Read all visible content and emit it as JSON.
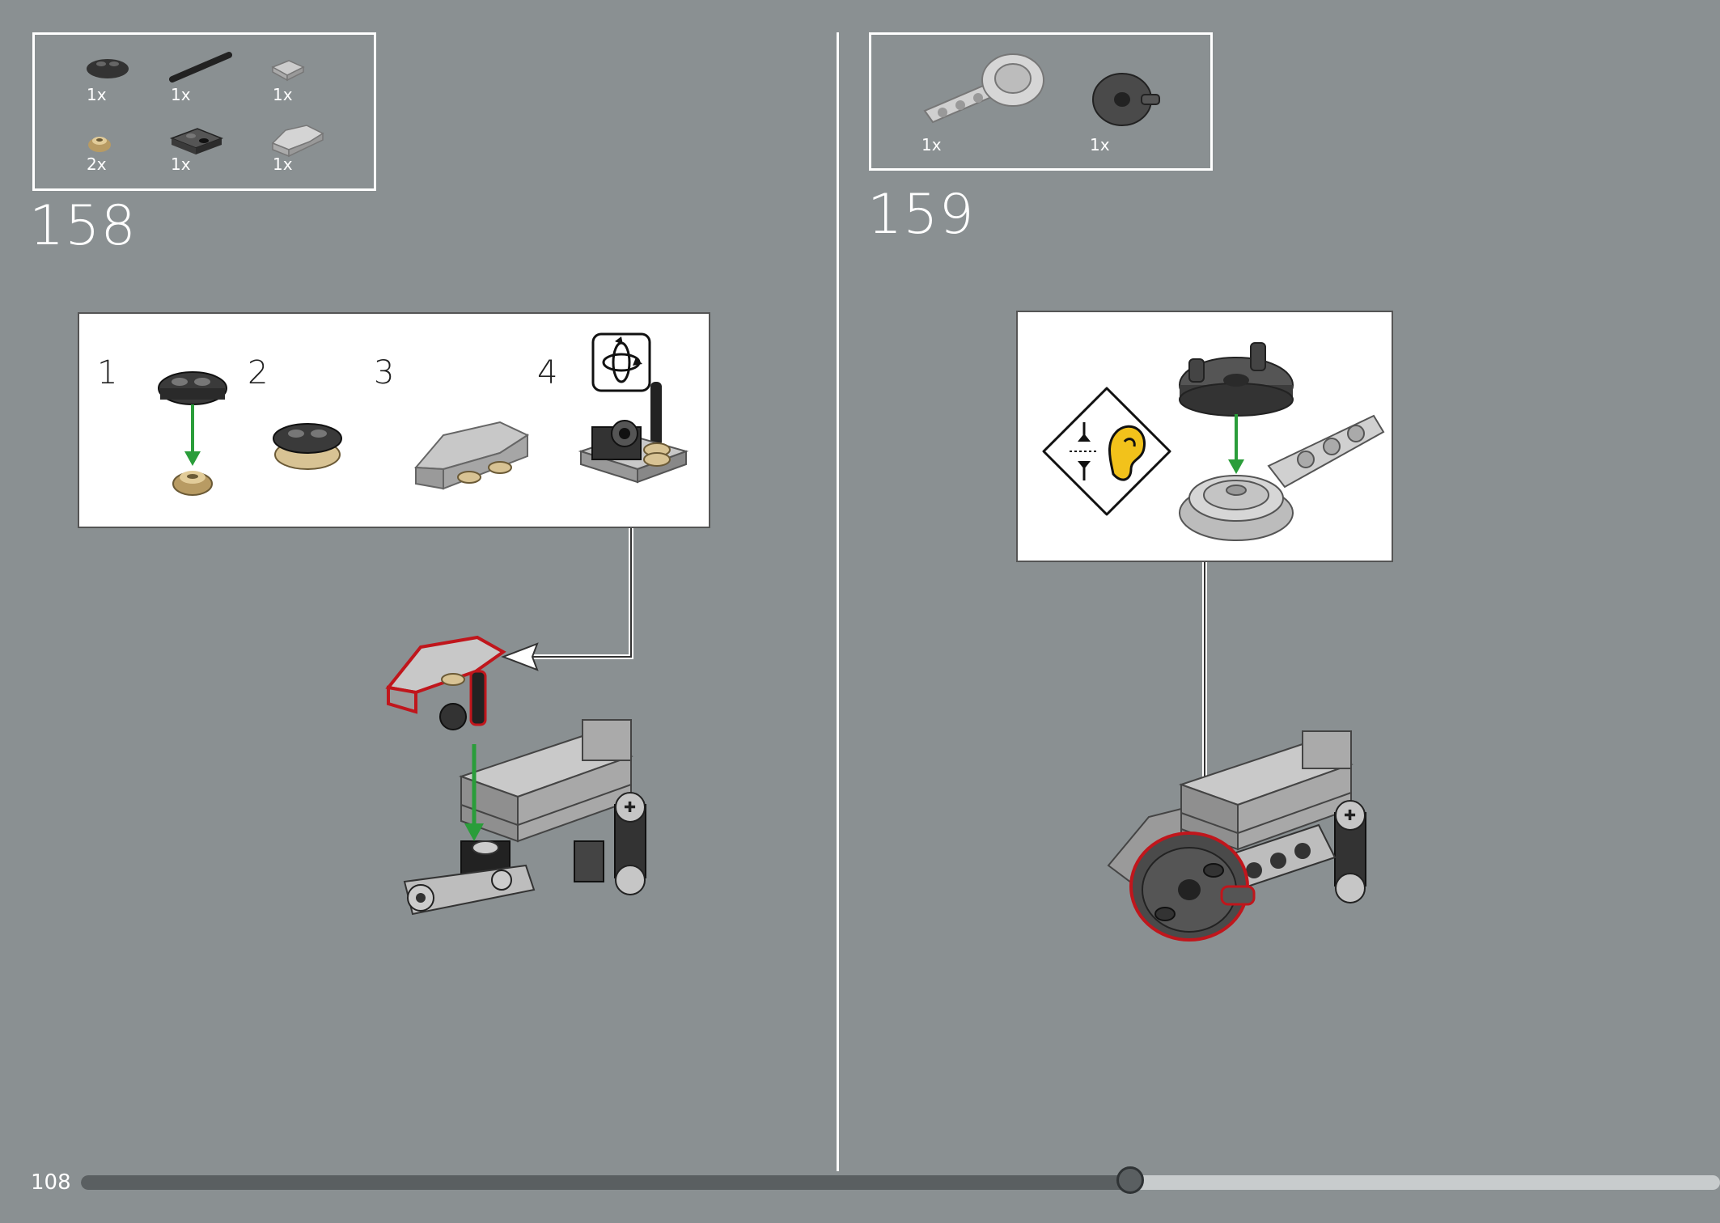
{
  "page": {
    "number": "108",
    "progress_fraction": 0.64
  },
  "step158": {
    "number": "158",
    "parts": [
      {
        "qty": "1x",
        "icon": "dark-plate-1x2-icon"
      },
      {
        "qty": "1x",
        "icon": "black-axle-icon"
      },
      {
        "qty": "1x",
        "icon": "light-tile-1x1-icon"
      },
      {
        "qty": "2x",
        "icon": "tan-round-plate-icon"
      },
      {
        "qty": "1x",
        "icon": "dark-plate-with-pin-icon"
      },
      {
        "qty": "1x",
        "icon": "light-slope-icon"
      }
    ],
    "substeps": [
      "1",
      "2",
      "3",
      "4"
    ]
  },
  "step159": {
    "number": "159",
    "parts": [
      {
        "qty": "1x",
        "icon": "light-beam-with-turntable-icon"
      },
      {
        "qty": "1x",
        "icon": "dark-round-hub-icon"
      }
    ]
  },
  "colors": {
    "background": "#8a9092",
    "highlight": "#c0161c",
    "arrow_green": "#2a9d3a",
    "ear_yellow": "#f2c21b"
  }
}
